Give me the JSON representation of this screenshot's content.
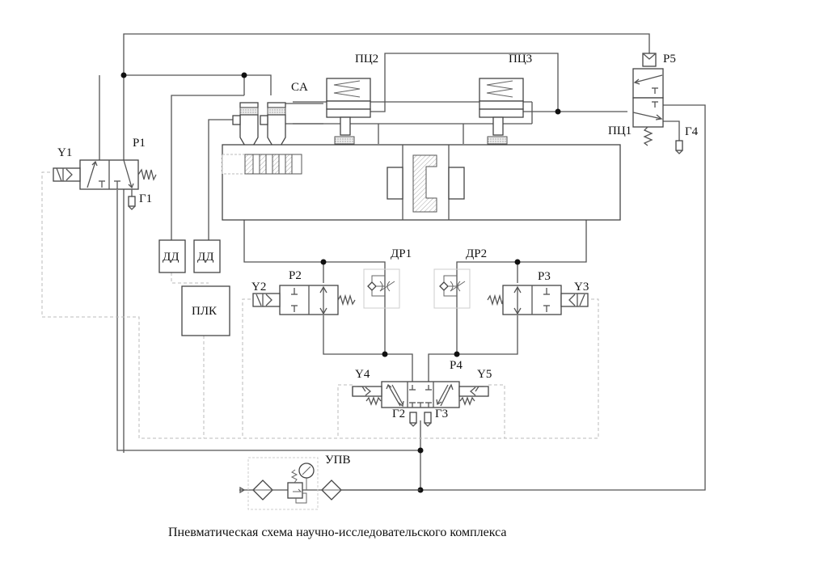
{
  "caption": "Пневматическая схема научно-исследовательского комплекса",
  "labels": {
    "Y1": "Y1",
    "P1": "P1",
    "G1": "Г1",
    "CA": "CA",
    "PC2": "ПЦ2",
    "PC3": "ПЦ3",
    "P5": "P5",
    "PC1": "ПЦ1",
    "G4": "Г4",
    "DD1": "ДД",
    "DD2": "ДД",
    "PLC": "ПЛК",
    "Y2": "Y2",
    "P2": "P2",
    "DR1": "ДР1",
    "DR2": "ДР2",
    "P3": "P3",
    "Y3": "Y3",
    "Y4": "Y4",
    "P4": "P4",
    "Y5": "Y5",
    "G2": "Г2",
    "G3": "Г3",
    "UPV": "УПВ"
  },
  "colors": {
    "line": "#555555",
    "signal": "#bbbbbb",
    "hatch": "#999999",
    "junction": "#111111"
  }
}
